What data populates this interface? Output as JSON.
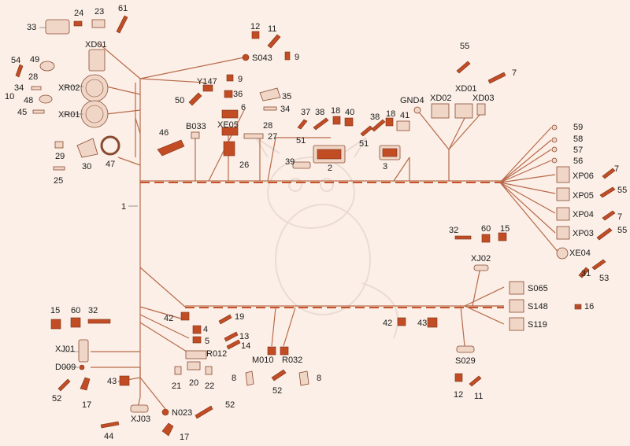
{
  "colors": {
    "background": "#fbefe7",
    "wire": "#b86a4a",
    "connector": "#c24d25",
    "label": "#1b1b1b"
  },
  "labels": {
    "n33": "33",
    "n24": "24",
    "n23": "23",
    "n61": "61",
    "XD01top": "XD01",
    "n12a": "12",
    "n11a": "11",
    "S043": "S043",
    "n9a": "9",
    "n54": "54",
    "n49": "49",
    "n28a": "28",
    "XR02": "XR02",
    "n34a": "34",
    "n10": "10",
    "n48": "48",
    "n45": "45",
    "XR01": "XR01",
    "Y147": "Y147",
    "n9b": "9",
    "n50": "50",
    "n36": "36",
    "n35": "35",
    "n6": "6",
    "n34b": "34",
    "n28b": "28",
    "XE05": "XE05",
    "n27": "27",
    "B033": "B033",
    "n46": "46",
    "n26": "26",
    "n29": "29",
    "n30": "30",
    "n47": "47",
    "n25": "25",
    "n37": "37",
    "n38a": "38",
    "n18a": "18",
    "n40": "40",
    "n51a": "51",
    "n39": "39",
    "n2": "2",
    "n38b": "38",
    "n18b": "18",
    "n41": "41",
    "n51b": "51",
    "n3": "3",
    "GND4": "GND4",
    "XD02": "XD02",
    "n55a": "55",
    "XD01": "XD01",
    "n7a": "7",
    "XD03": "XD03",
    "n59": "59",
    "n58": "58",
    "n57": "57",
    "n56": "56",
    "XP06": "XP06",
    "n7b": "7",
    "XP05": "XP05",
    "n55b": "55",
    "XP04": "XP04",
    "n7c": "7",
    "XP03": "XP03",
    "n55c": "55",
    "XE04": "XE04",
    "n31": "31",
    "n53": "53",
    "n1": "1",
    "n32a": "32",
    "n60a": "60",
    "n15a": "15",
    "XJ02": "XJ02",
    "S065": "S065",
    "S148": "S148",
    "n16": "16",
    "S119": "S119",
    "n42a": "42",
    "n43a": "43",
    "S029": "S029",
    "n12b": "12",
    "n11b": "11",
    "n15b": "15",
    "n60b": "60",
    "n32b": "32",
    "XJ01": "XJ01",
    "D009": "D009",
    "n52a": "52",
    "n17a": "17",
    "n43b": "43",
    "n42b": "42",
    "n19": "19",
    "n4": "4",
    "n13": "13",
    "n5": "5",
    "n14": "14",
    "R012": "R012",
    "n21": "21",
    "n20": "20",
    "n22": "22",
    "M010": "M010",
    "R032": "R032",
    "n8a": "8",
    "n8b": "8",
    "n52b": "52",
    "XJ03": "XJ03",
    "n44": "44",
    "N023": "N023",
    "n52c": "52",
    "n17b": "17"
  }
}
